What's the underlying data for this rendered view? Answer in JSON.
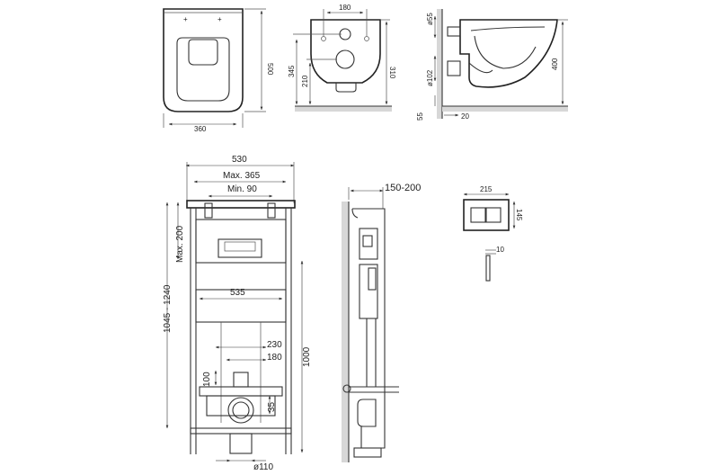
{
  "top_views": {
    "toilet_top": {
      "depth": "500",
      "width": "360"
    },
    "toilet_rear": {
      "hole_spacing": "180",
      "outlet_height": "345",
      "axis_height": "210",
      "body_height": "310"
    },
    "toilet_side": {
      "pipe_diameter": "ø55",
      "drain_diameter": "ø102",
      "height": "400",
      "floor_offset": "55",
      "wall_gap": "20"
    }
  },
  "frame_front": {
    "frame_width": "530",
    "max_span": "Max. 365",
    "min_span": "Min. 90",
    "max_top": "Max. 200",
    "adjust_range": "1045 - 1240",
    "cistern_width": "535",
    "bolt_spacing_outer": "230",
    "bolt_spacing_inner": "180",
    "inlet_height": "100",
    "drain_offset": "35",
    "bowl_height": "1000",
    "drain_diameter": "ø110"
  },
  "frame_side": {
    "wall_depth": "150-200"
  },
  "flush_plate": {
    "width": "215",
    "height": "145",
    "thickness": "10"
  }
}
